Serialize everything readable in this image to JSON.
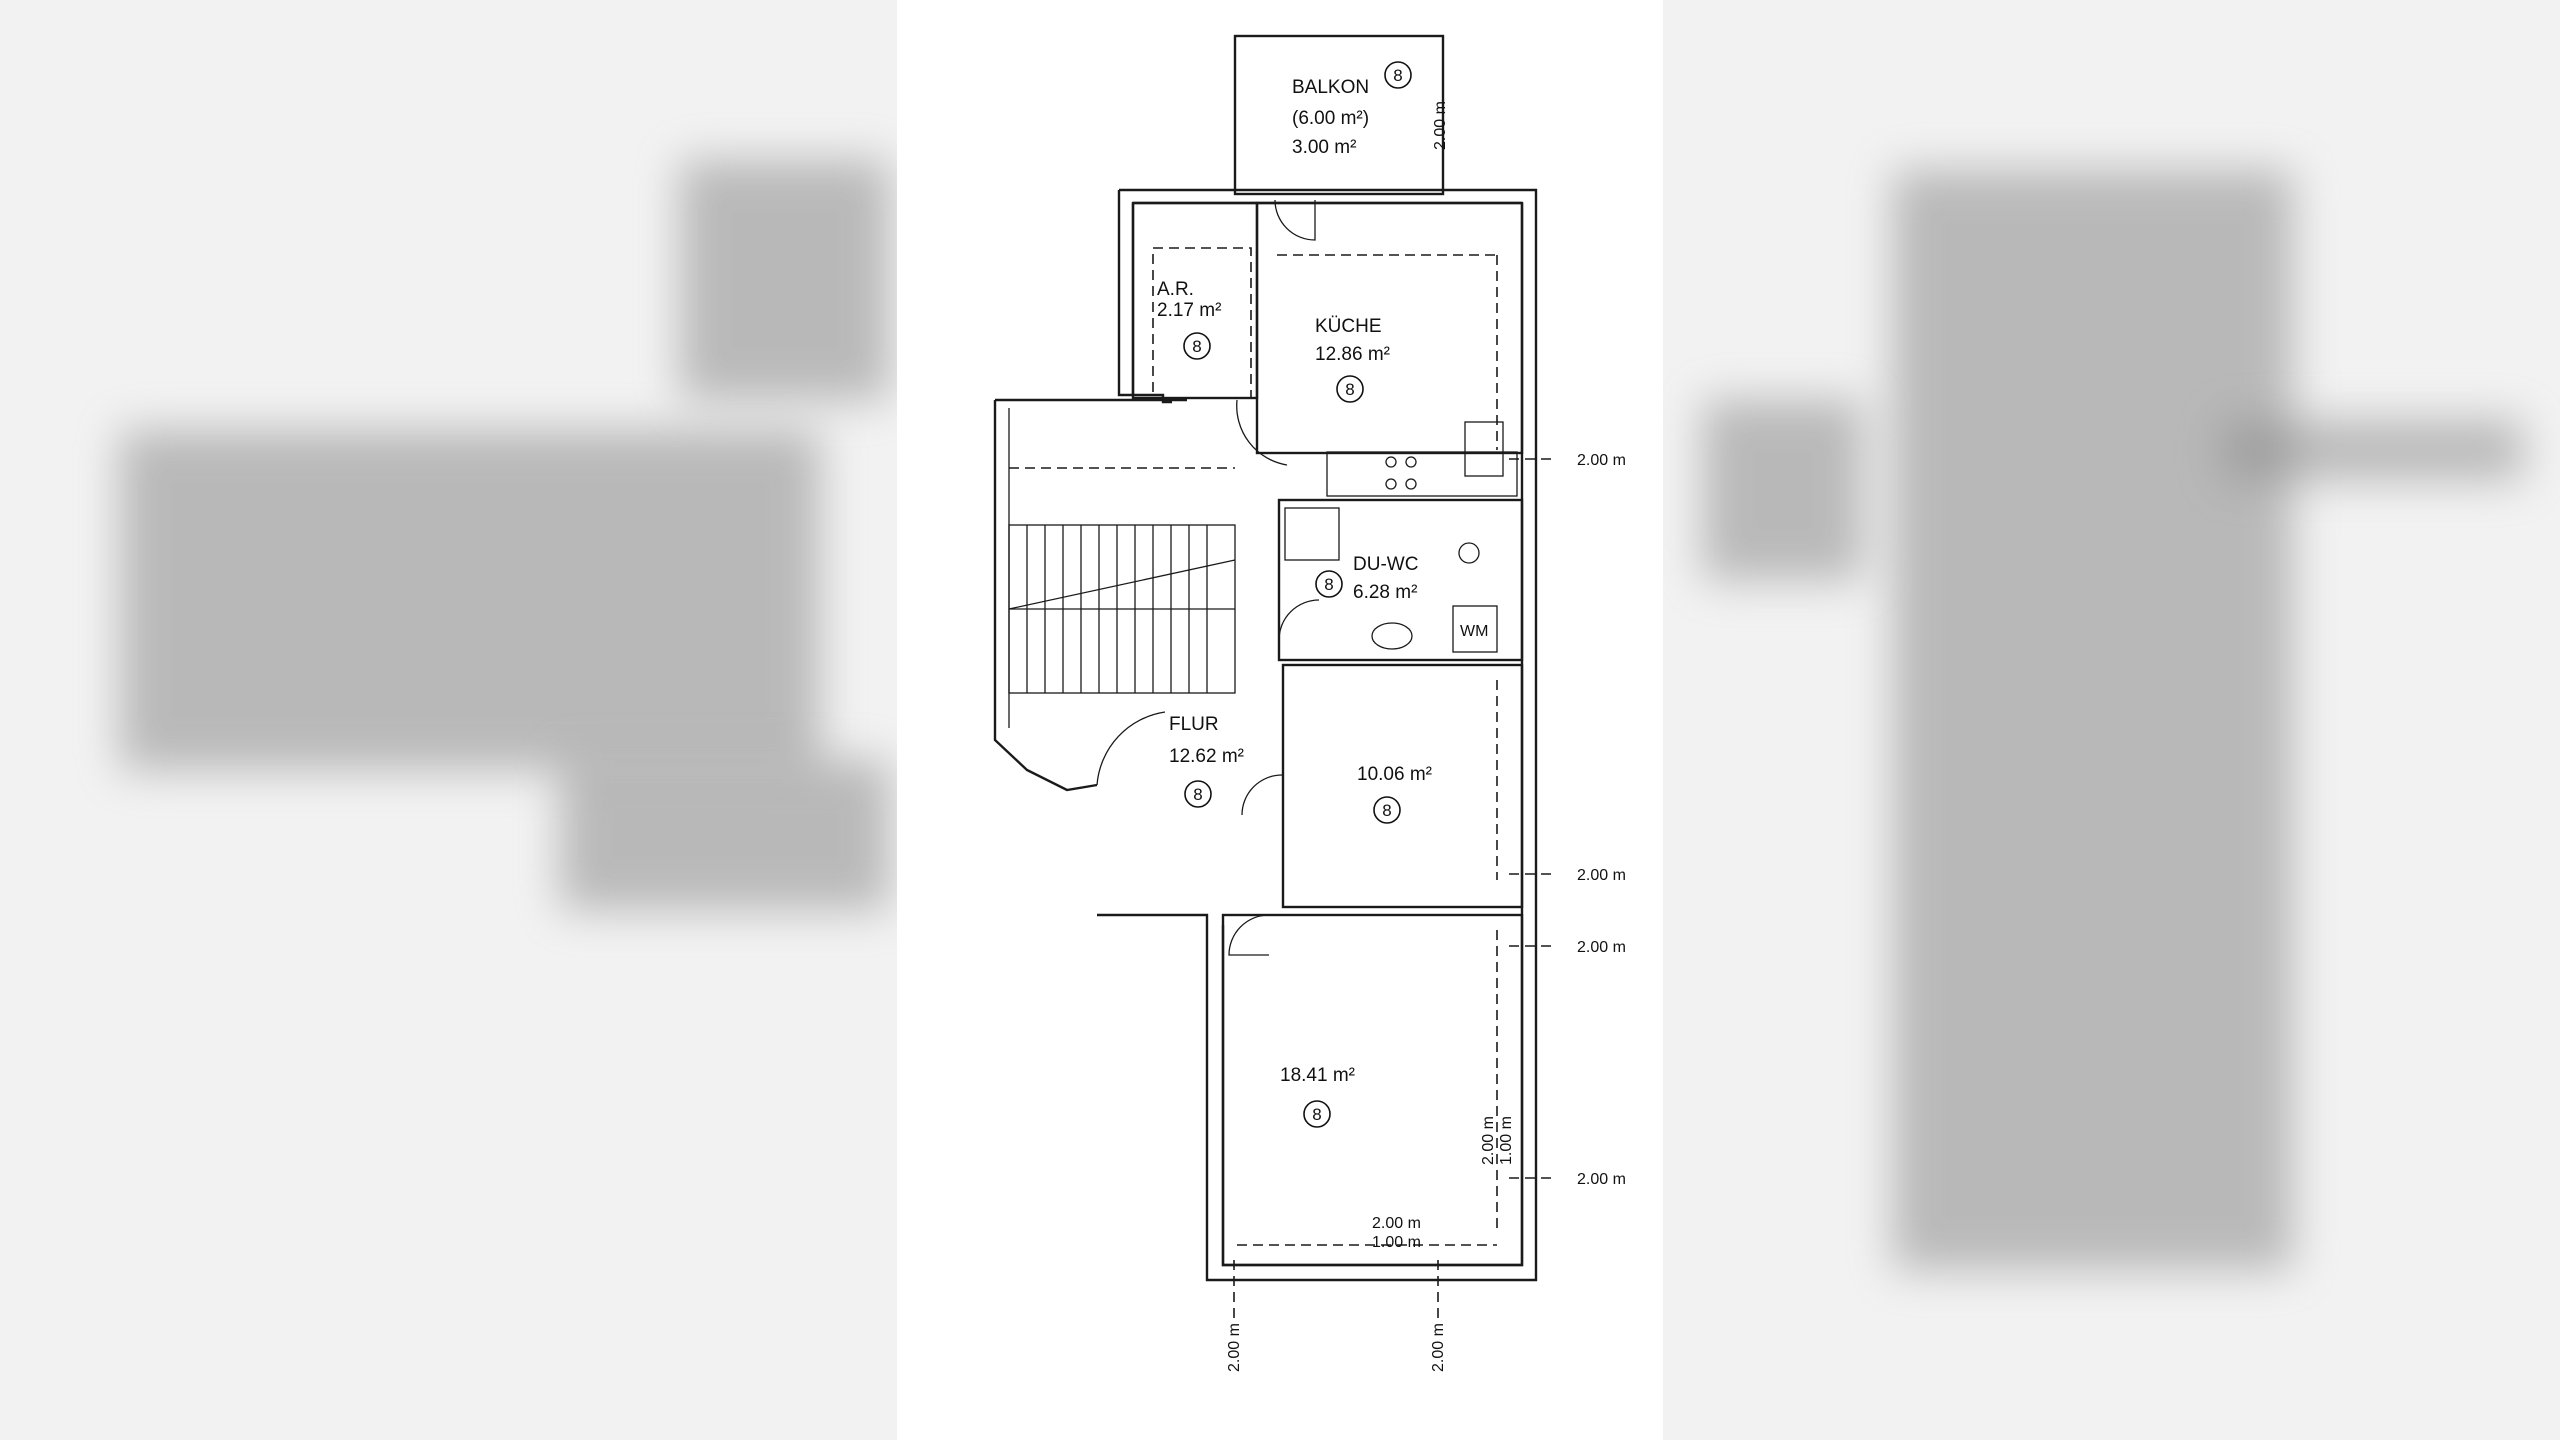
{
  "plan": {
    "rooms": [
      {
        "id": "balkon",
        "name": "BALKON",
        "area_gross": "(6.00 m²)",
        "area": "3.00 m²",
        "zone": "8"
      },
      {
        "id": "ar",
        "name": "A.R.",
        "area": "2.17 m²",
        "zone": "8"
      },
      {
        "id": "kueche",
        "name": "KÜCHE",
        "area": "12.86 m²",
        "zone": "8"
      },
      {
        "id": "duwc",
        "name": "DU-WC",
        "area": "6.28 m²",
        "zone": "8"
      },
      {
        "id": "flur",
        "name": "FLUR",
        "area": "12.62 m²",
        "zone": "8"
      },
      {
        "id": "room1",
        "name": "",
        "area": "10.06 m²",
        "zone": "8"
      },
      {
        "id": "room2",
        "name": "",
        "area": "18.41 m²",
        "zone": "8"
      }
    ],
    "dimensions": {
      "balkon": "2.00 m",
      "kitchen_side": "2.00 m",
      "room1_side": "2.00 m",
      "room2_side_top": "2.00 m",
      "room2_side_bottom": "2.00 m",
      "window_vertical_a": "2.00 m",
      "window_vertical_b": "1.00 m",
      "window_bottom_a": "2.00 m",
      "window_bottom_b": "1.00 m",
      "bottom_left": "2.00 m",
      "bottom_right": "2.00 m"
    },
    "symbols": {
      "wm": "WM"
    }
  }
}
